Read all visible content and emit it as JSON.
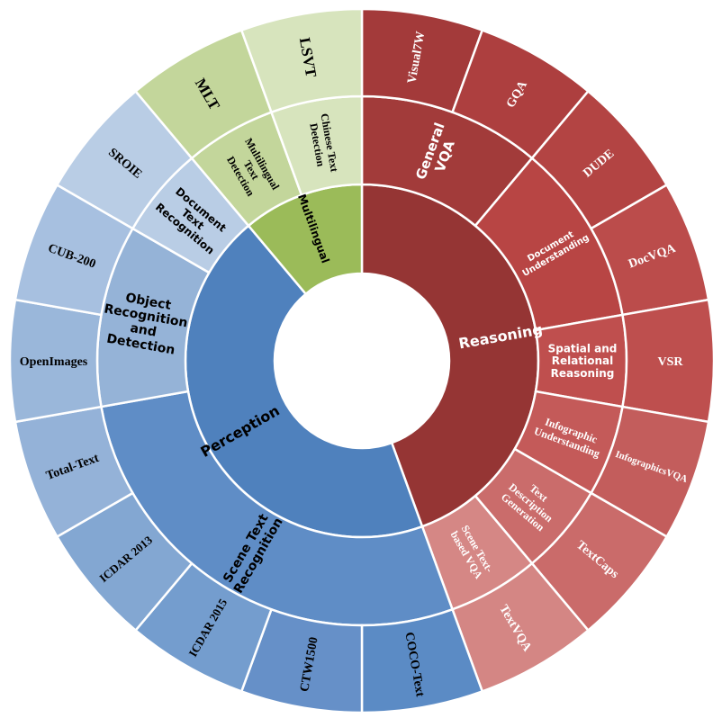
{
  "chart_data": {
    "type": "sunburst",
    "title": "",
    "center": [
      402,
      401
    ],
    "radii": {
      "hole": 97,
      "inner": 196,
      "middle": 294,
      "outer": 391
    },
    "rings": {
      "inner": [
        {
          "label": "Reasoning",
          "start": 0,
          "end": 160,
          "color": "#953534",
          "text_color": "#ffffff",
          "font": "sans",
          "size": 16
        },
        {
          "label": "Perception",
          "start": 160,
          "end": 320,
          "color": "#4F81BD",
          "text_color": "#000000",
          "font": "sans",
          "size": 16
        },
        {
          "label": "Multilingual",
          "start": 320,
          "end": 360,
          "color": "#9BBB59",
          "text_color": "#000000",
          "font": "sans",
          "size": 12
        }
      ],
      "middle": [
        {
          "label": "General\nVQA",
          "parent": "Reasoning",
          "start": 0,
          "end": 40,
          "color": "#A23B3A",
          "text_color": "#ffffff",
          "font": "sans",
          "size": 15
        },
        {
          "label": "Document\nUnderstanding",
          "parent": "Reasoning",
          "start": 40,
          "end": 80,
          "color": "#B84544",
          "text_color": "#ffffff",
          "font": "sans",
          "size": 10
        },
        {
          "label": "Spatial and\nRelational\nReasoning",
          "parent": "Reasoning",
          "start": 80,
          "end": 100,
          "color": "#BF4F4E",
          "text_color": "#ffffff",
          "font": "sans",
          "size": 12
        },
        {
          "label": "Infographic\nUnderstanding",
          "parent": "Reasoning",
          "start": 100,
          "end": 120,
          "color": "#C45A59",
          "text_color": "#ffffff",
          "font": "serif",
          "size": 12
        },
        {
          "label": "Text\nDescription\nGeneration",
          "parent": "Reasoning",
          "start": 120,
          "end": 140,
          "color": "#CA6C6B",
          "text_color": "#ffffff",
          "font": "serif",
          "size": 12
        },
        {
          "label": "Scene Text-\nbased VQA",
          "parent": "Reasoning",
          "start": 140,
          "end": 160,
          "color": "#D58785",
          "text_color": "#ffffff",
          "font": "serif",
          "size": 12
        },
        {
          "label": "Scene Text\nRecognition",
          "parent": "Perception",
          "start": 160,
          "end": 260,
          "color": "#5F8DC6",
          "text_color": "#000000",
          "font": "sans",
          "size": 14
        },
        {
          "label": "Object\nRecognition\nand\nDetection",
          "parent": "Perception",
          "start": 260,
          "end": 300,
          "color": "#95B3D7",
          "text_color": "#000000",
          "font": "sans",
          "size": 14
        },
        {
          "label": "Document\nText\nRecognition",
          "parent": "Perception",
          "start": 300,
          "end": 320,
          "color": "#B9CDE5",
          "text_color": "#000000",
          "font": "sans",
          "size": 12
        },
        {
          "label": "Multilingual\nText\nDetection",
          "parent": "Multilingual",
          "start": 320,
          "end": 340,
          "color": "#C3D69B",
          "text_color": "#000000",
          "font": "serif",
          "size": 12
        },
        {
          "label": "Chinese Text\nDetection",
          "parent": "Multilingual",
          "start": 340,
          "end": 360,
          "color": "#D7E4BD",
          "text_color": "#000000",
          "font": "serif",
          "size": 12
        }
      ],
      "outer": [
        {
          "label": "Visual7W",
          "parent": "General VQA",
          "start": 0,
          "end": 20,
          "color": "#A33A3A",
          "text_color": "#ffffff",
          "size": 14
        },
        {
          "label": "GQA",
          "parent": "General VQA",
          "start": 20,
          "end": 40,
          "color": "#AD3F3F",
          "text_color": "#ffffff",
          "size": 14
        },
        {
          "label": "DUDE",
          "parent": "Document Understanding",
          "start": 40,
          "end": 60,
          "color": "#B34443",
          "text_color": "#ffffff",
          "size": 14
        },
        {
          "label": "DocVQA",
          "parent": "Document Understanding",
          "start": 60,
          "end": 80,
          "color": "#BB4C4B",
          "text_color": "#ffffff",
          "size": 14
        },
        {
          "label": "VSR",
          "parent": "Spatial and Relational Reasoning",
          "start": 80,
          "end": 100,
          "color": "#BE4F4E",
          "text_color": "#ffffff",
          "size": 14
        },
        {
          "label": "InfographicsVQA",
          "parent": "Infographic Understanding",
          "start": 100,
          "end": 120,
          "color": "#C35D5C",
          "text_color": "#ffffff",
          "size": 11
        },
        {
          "label": "TextCaps",
          "parent": "Text Description Generation",
          "start": 120,
          "end": 140,
          "color": "#CA6B6A",
          "text_color": "#ffffff",
          "size": 14
        },
        {
          "label": "TextVQA",
          "parent": "Scene Text-based VQA",
          "start": 140,
          "end": 160,
          "color": "#D48684",
          "text_color": "#ffffff",
          "size": 14
        },
        {
          "label": "COCO-Text",
          "parent": "Scene Text Recognition",
          "start": 160,
          "end": 180,
          "color": "#5B8BC5",
          "text_color": "#000000",
          "size": 14
        },
        {
          "label": "CTW1500",
          "parent": "Scene Text Recognition",
          "start": 180,
          "end": 200,
          "color": "#6690C8",
          "text_color": "#000000",
          "size": 14
        },
        {
          "label": "ICDAR 2015",
          "parent": "Scene Text Recognition",
          "start": 200,
          "end": 220,
          "color": "#749DCE",
          "text_color": "#000000",
          "size": 13
        },
        {
          "label": "ICDAR 2013",
          "parent": "Scene Text Recognition",
          "start": 220,
          "end": 240,
          "color": "#83A7D2",
          "text_color": "#000000",
          "size": 13
        },
        {
          "label": "Total-Text",
          "parent": "Scene Text Recognition",
          "start": 240,
          "end": 260,
          "color": "#94B2D8",
          "text_color": "#000000",
          "size": 14
        },
        {
          "label": "OpenImages",
          "parent": "Object Recognition and Detection",
          "start": 260,
          "end": 280,
          "color": "#9AB7DA",
          "text_color": "#000000",
          "size": 14
        },
        {
          "label": "CUB-200",
          "parent": "Object Recognition and Detection",
          "start": 280,
          "end": 300,
          "color": "#A7C0E0",
          "text_color": "#000000",
          "size": 14
        },
        {
          "label": "SROIE",
          "parent": "Document Text Recognition",
          "start": 300,
          "end": 320,
          "color": "#B9CDE5",
          "text_color": "#000000",
          "size": 14
        },
        {
          "label": "MLT",
          "parent": "Multilingual Text Detection",
          "start": 320,
          "end": 340,
          "color": "#C3D69B",
          "text_color": "#000000",
          "size": 17
        },
        {
          "label": "LSVT",
          "parent": "Chinese Text Detection",
          "start": 340,
          "end": 360,
          "color": "#D7E4BD",
          "text_color": "#000000",
          "size": 17
        }
      ]
    },
    "values_note": "Each outer dataset occupies an equal 20-degree slice (18 datasets)"
  }
}
